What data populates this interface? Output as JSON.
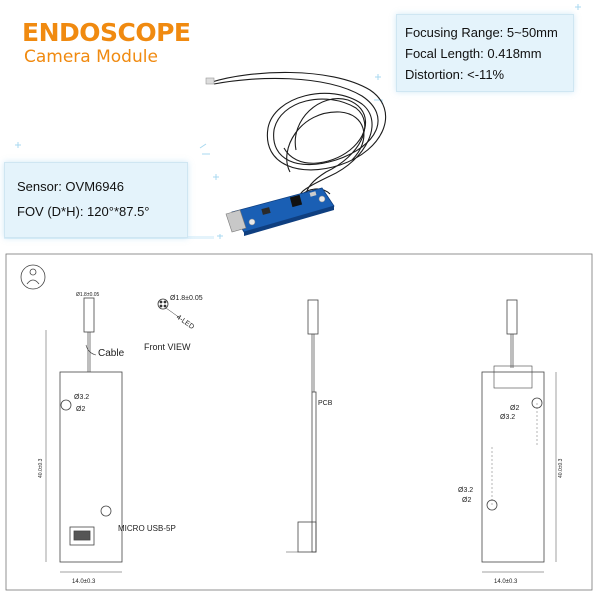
{
  "header": {
    "title": "ENDOSCOPE",
    "subtitle": "Camera Module"
  },
  "specs_right": [
    "Focusing Range: 5~50mm",
    "Focal Length: 0.418mm",
    "Distortion: <-11%"
  ],
  "specs_left": [
    "Sensor: OVM6946",
    "FOV (D*H): 120°*87.5°"
  ],
  "drawing": {
    "cable_label": "Cable",
    "front_view_label": "Front VIEW",
    "led_label": "4-LED",
    "diameter_label": "Ø1.8±0.05",
    "hole_large_label": "Ø3.2",
    "hole_small_label": "Ø2",
    "usb_label": "MICRO USB-5P",
    "pcb_label": "PCB",
    "width_label": "14.0±0.3",
    "height_label": "40.0±0.3",
    "cable_dia_label": "Ø1.8±0.05",
    "side_hole_large": "Ø3.2",
    "side_hole_small": "Ø2"
  },
  "colors": {
    "accent": "#f08a10",
    "panel": "#e4f3fb",
    "pcb_blue": "#1a5fb4"
  }
}
